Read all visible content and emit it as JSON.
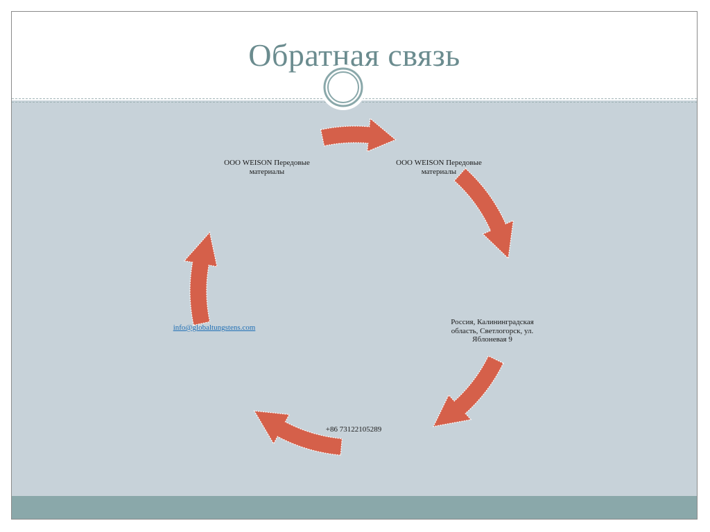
{
  "slide": {
    "title": "Обратная связь"
  },
  "diagram": {
    "nodes": [
      {
        "id": "top-left",
        "text": "ООО WEISON Передовые материалы"
      },
      {
        "id": "top-right",
        "text": "ООО WEISON Передовые материалы"
      },
      {
        "id": "right",
        "text": "Россия, Калининградская область, Светлогорск, ул. Яблоневая 9"
      },
      {
        "id": "bottom",
        "text": "+86 73122105289"
      },
      {
        "id": "left",
        "text": "info@globaltungstens.com"
      }
    ]
  },
  "colors": {
    "title": "#6b8c8f",
    "content_background": "#c7d2d9",
    "footer": "#8aa8aa",
    "arrow_fill": "#d5604a",
    "arrow_outline": "#ffffff",
    "link": "#1f6fb5"
  },
  "icons": {
    "ornament": "double-ring-icon",
    "arrow": "curved-arrow-icon"
  }
}
